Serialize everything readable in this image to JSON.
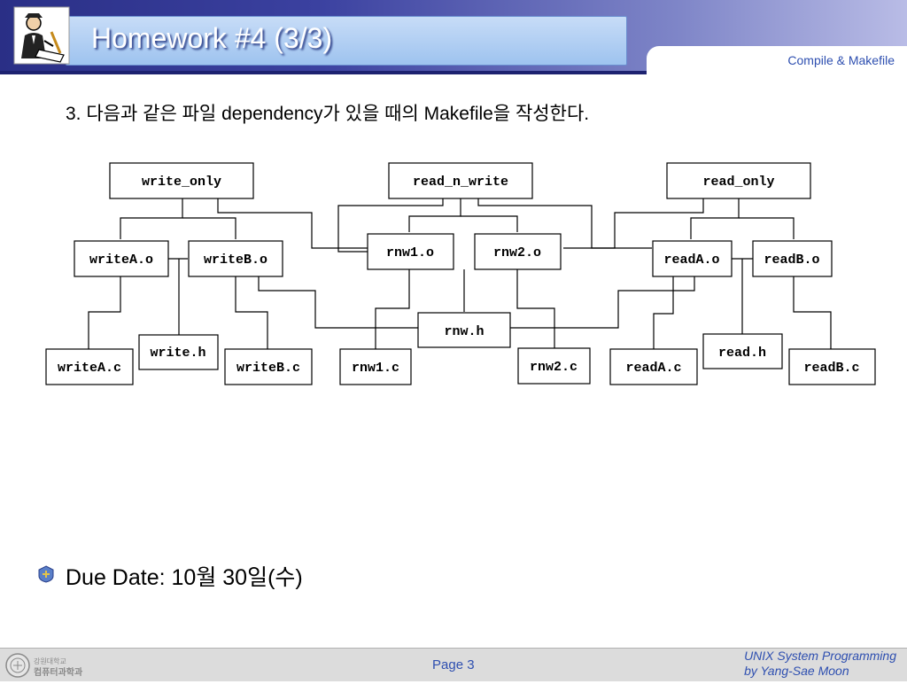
{
  "header": {
    "title": "Homework #4 (3/3)",
    "subtitle": "Compile & Makefile"
  },
  "problem": {
    "text": "3. 다음과 같은 파일 dependency가 있을 때의 Makefile을 작성한다."
  },
  "diagram": {
    "nodes": [
      {
        "id": "write_only",
        "label": "write_only"
      },
      {
        "id": "read_n_write",
        "label": "read_n_write"
      },
      {
        "id": "read_only",
        "label": "read_only"
      },
      {
        "id": "writeA_o",
        "label": "writeA.o"
      },
      {
        "id": "writeB_o",
        "label": "writeB.o"
      },
      {
        "id": "rnw1_o",
        "label": "rnw1.o"
      },
      {
        "id": "rnw2_o",
        "label": "rnw2.o"
      },
      {
        "id": "readA_o",
        "label": "readA.o"
      },
      {
        "id": "readB_o",
        "label": "readB.o"
      },
      {
        "id": "write_h",
        "label": "write.h"
      },
      {
        "id": "rnw_h",
        "label": "rnw.h"
      },
      {
        "id": "read_h",
        "label": "read.h"
      },
      {
        "id": "writeA_c",
        "label": "writeA.c"
      },
      {
        "id": "writeB_c",
        "label": "writeB.c"
      },
      {
        "id": "rnw1_c",
        "label": "rnw1.c"
      },
      {
        "id": "rnw2_c",
        "label": "rnw2.c"
      },
      {
        "id": "readA_c",
        "label": "readA.c"
      },
      {
        "id": "readB_c",
        "label": "readB.c"
      }
    ]
  },
  "due": {
    "text": "Due Date: 10월 30일(수)"
  },
  "footer": {
    "page": "Page 3",
    "course_line1": "UNIX System Programming",
    "course_line2": "by Yang-Sae Moon",
    "logo_text_line1": "강원대학교",
    "logo_text_line2": "컴퓨터과학과"
  },
  "colors": {
    "accent": "#2e4fb0",
    "header_dark": "#2a2f86",
    "footer_bg": "#dcdcdc"
  }
}
